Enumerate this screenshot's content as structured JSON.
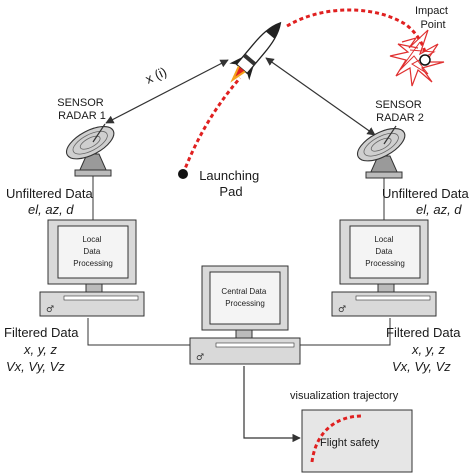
{
  "labels": {
    "impact_point_line1": "Impact",
    "impact_point_line2": "Point",
    "range_vector": "x (i)",
    "sensor1_line1": "SENSOR",
    "sensor1_line2": "RADAR 1",
    "sensor2_line1": "SENSOR",
    "sensor2_line2": "RADAR 2",
    "launch_line1": "Launching",
    "launch_line2": "Pad",
    "unfiltered_left": "Unfiltered Data",
    "unfiltered_left_vars": "el, az, d",
    "unfiltered_right": "Unfiltered Data",
    "unfiltered_right_vars": "el, az, d",
    "local1_line1": "Local",
    "local1_line2": "Data",
    "local1_line3": "Processing",
    "local2_line1": "Local",
    "local2_line2": "Data",
    "local2_line3": "Processing",
    "central_line1": "Central Data",
    "central_line2": "Processing",
    "filtered_left": "Filtered Data",
    "filtered_left_xyz": "x, y, z",
    "filtered_left_v": "Vx, Vy, Vz",
    "filtered_right": "Filtered Data",
    "filtered_right_xyz": "x, y, z",
    "filtered_right_v": "Vx, Vy, Vz",
    "viz_title": "visualization trajectory",
    "flight_safety": "Flight safety"
  },
  "colors": {
    "trajectory": "#e02020",
    "impact": "#e03030",
    "line": "#333333",
    "screen": "#f4f4f4",
    "case": "#d9d9d9",
    "viz_panel": "#e6e6e6"
  },
  "icons": [
    "missile-icon",
    "radar-dish-icon",
    "computer-icon",
    "launch-pad-dot-icon",
    "impact-burst-icon"
  ]
}
